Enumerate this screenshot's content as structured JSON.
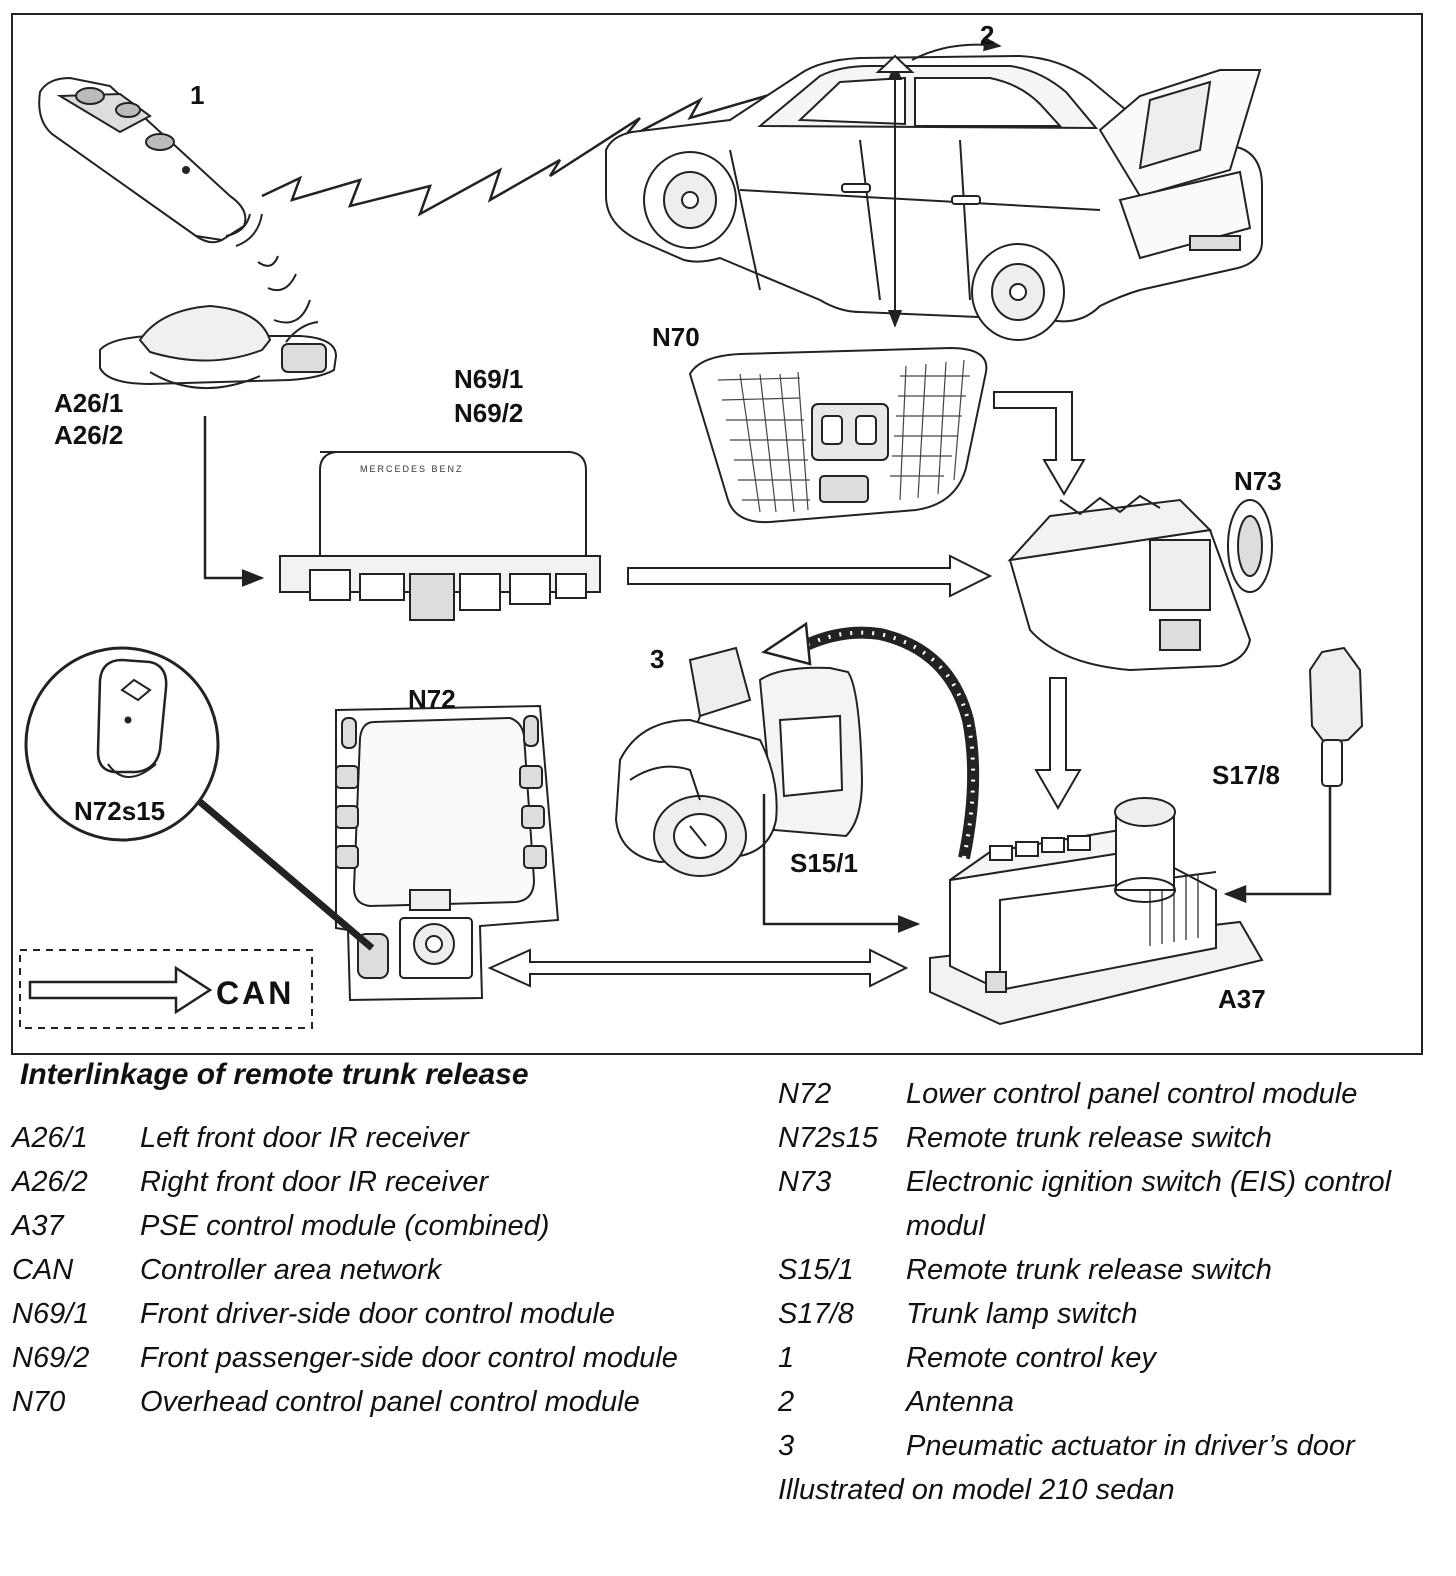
{
  "diagram": {
    "labels": {
      "key": "1",
      "antenna": "2",
      "actuator": "3",
      "door_receivers": [
        "A26/1",
        "A26/2"
      ],
      "door_modules": [
        "N69/1",
        "N69/2"
      ],
      "overhead": "N70",
      "eis": "N73",
      "lower_panel": "N72",
      "trunk_switch_in_panel": "N72s15",
      "trunk_lamp_switch": "S17/8",
      "release_switch": "S15/1",
      "pse_module": "A37",
      "can": "CAN",
      "module_brand": "MERCEDES BENZ"
    }
  },
  "legend": {
    "title": "Interlinkage of remote trunk release",
    "left": [
      {
        "code": "A26/1",
        "desc": "Left front door IR receiver"
      },
      {
        "code": "A26/2",
        "desc": "Right front door IR receiver"
      },
      {
        "code": "A37",
        "desc": "PSE control module (combined)"
      },
      {
        "code": "CAN",
        "desc": "Controller area network"
      },
      {
        "code": "N69/1",
        "desc": "Front driver-side door control module"
      },
      {
        "code": "N69/2",
        "desc": "Front passenger-side door control module"
      },
      {
        "code": "N70",
        "desc": "Overhead control panel control module"
      }
    ],
    "right": [
      {
        "code": "N72",
        "desc": "Lower control panel control module"
      },
      {
        "code": "N72s15",
        "desc": "Remote trunk release switch"
      },
      {
        "code": "N73",
        "desc": "Electronic ignition switch (EIS) control modul"
      },
      {
        "code": "S15/1",
        "desc": "Remote trunk release switch"
      },
      {
        "code": "S17/8",
        "desc": "Trunk lamp switch"
      },
      {
        "code": "1",
        "desc": "Remote control key"
      },
      {
        "code": "2",
        "desc": "Antenna"
      },
      {
        "code": "3",
        "desc": "Pneumatic actuator in driver’s door"
      }
    ],
    "footnote": "Illustrated on model 210 sedan"
  }
}
